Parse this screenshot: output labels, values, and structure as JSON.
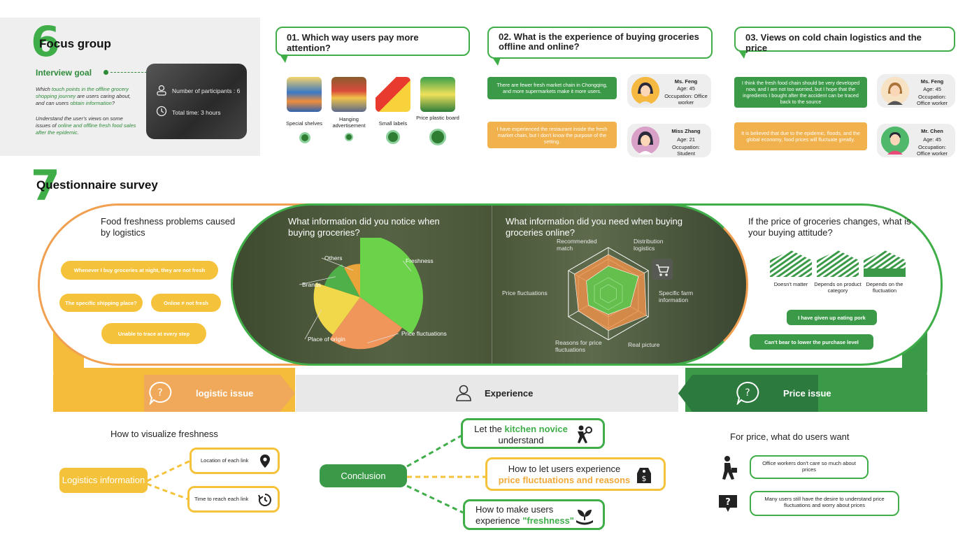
{
  "focus_group": {
    "number": "6",
    "title": "Focus group",
    "interview_goal": "Interview goal",
    "para1": {
      "a": "Which ",
      "b": "touch points in the offline grocery shopping journey",
      "c": " are users caring about, and can users ",
      "d": "obtain information",
      "e": "?"
    },
    "para2": {
      "a": "Understand the user's views on some issues of ",
      "b": "online and offline fresh food sales after the epidemic",
      "c": "."
    },
    "participants": "Number of participants : 6",
    "total_time": "Total time: 3 hours"
  },
  "q1": {
    "title": "01. Which way users pay more attention?",
    "items": [
      {
        "label": "Special shelves"
      },
      {
        "label": "Hanging advertisement"
      },
      {
        "label": "Small labels"
      },
      {
        "label": "Price plastic board"
      }
    ]
  },
  "q2": {
    "title": "02. What is the experience of buying groceries offline and online?",
    "quotes": [
      "There are fewer fresh market chain in Chongqing, and more supermarkets make it more users.",
      "I have experienced the restaurant inside the fresh market chain, but I don't know the purpose of the setting."
    ],
    "people": [
      {
        "name": "Ms. Feng",
        "age": "Age: 45",
        "occ": "Occupation: Office worker"
      },
      {
        "name": "Miss Zhang",
        "age": "Age: 21",
        "occ": "Occupation: Student"
      }
    ]
  },
  "q3": {
    "title": "03. Views on cold chain logistics and the price",
    "quotes": [
      "I think the fresh food chain should be very developed now, and I am not too worried, but I hope that the ingredients I bought after the accident can be traced back to the source",
      "It is believed that due to the epidemic, floods, and the global economy, food prices will fluctuate greatly."
    ],
    "people": [
      {
        "name": "Ms. Feng",
        "age": "Age: 45",
        "occ": "Occupation: Office worker"
      },
      {
        "name": "Mr. Chen",
        "age": "Age: 45",
        "occ": "Occupation: Office worker"
      }
    ]
  },
  "survey": {
    "number": "7",
    "title": "Questionnaire survey",
    "col1": {
      "heading": "Food freshness problems caused by logistics",
      "pills": [
        "Whenever I buy groceries at night, they are not fresh",
        "The specific shipping place?",
        "Online ≠ not fresh",
        "Unable to trace at every step"
      ]
    },
    "col2": {
      "heading": "What information did you notice when buying groceries?"
    },
    "col3": {
      "heading": "What information did you need when buying groceries online?"
    },
    "col4": {
      "heading": "If the price of  groceries changes, what is your buying attitude?",
      "options": [
        "Doesn't matter",
        "Depends on product category",
        "Depends on the fluctuation"
      ],
      "pills": [
        "I have given up eating pork",
        "Can't bear to lower the purchase level"
      ]
    },
    "bands": {
      "logistic": "logistic issue",
      "experience": "Experience",
      "price": "Price issue"
    }
  },
  "chart_data": [
    {
      "type": "pie",
      "title": "What information did you notice when buying groceries?",
      "categories": [
        "Freshness",
        "Price fluctuations",
        "Place of origin",
        "Brands",
        "Others"
      ],
      "values": [
        35,
        25,
        20,
        12,
        8
      ],
      "colors": [
        "#6bd349",
        "#f0965a",
        "#f0d84a",
        "#4fb04a",
        "#e9a53a"
      ]
    },
    {
      "type": "radar",
      "title": "What information did you need when buying groceries online?",
      "axes": [
        "Distribution logistics",
        "Specific farm information",
        "Real picture",
        "Reasons for price fluctuations",
        "Price fluctuations",
        "Recommended match"
      ],
      "series": [
        {
          "name": "outer",
          "values": [
            0.85,
            0.9,
            0.95,
            0.8,
            0.75,
            0.85
          ]
        },
        {
          "name": "inner",
          "values": [
            0.6,
            0.75,
            0.55,
            0.45,
            0.5,
            0.55
          ]
        }
      ],
      "colors": [
        "#e9904a",
        "#5fc24e"
      ]
    }
  ],
  "visualize": {
    "title": "How to visualize freshness",
    "center": "Logistics information",
    "items": [
      "Location of each link",
      "Time to reach each link"
    ]
  },
  "conclusion": {
    "label": "Conclusion",
    "c1": {
      "a": "Let the ",
      "b": "kitchen novice",
      "c": "understand"
    },
    "c2": {
      "a": "How to let users experience",
      "b": "price fluctuations and reasons"
    },
    "c3": {
      "a": "How to make users experience ",
      "b": "\"freshness\""
    }
  },
  "price_wants": {
    "title": "For price, what do users want",
    "items": [
      "Office workers don't care so much about prices",
      "Many users still have the desire to understand price fluctuations and worry about prices"
    ]
  },
  "colors": {
    "green": "#3fae49",
    "dark_green": "#2e8b57",
    "orange": "#f0a93a",
    "yellow": "#f5c33b"
  }
}
